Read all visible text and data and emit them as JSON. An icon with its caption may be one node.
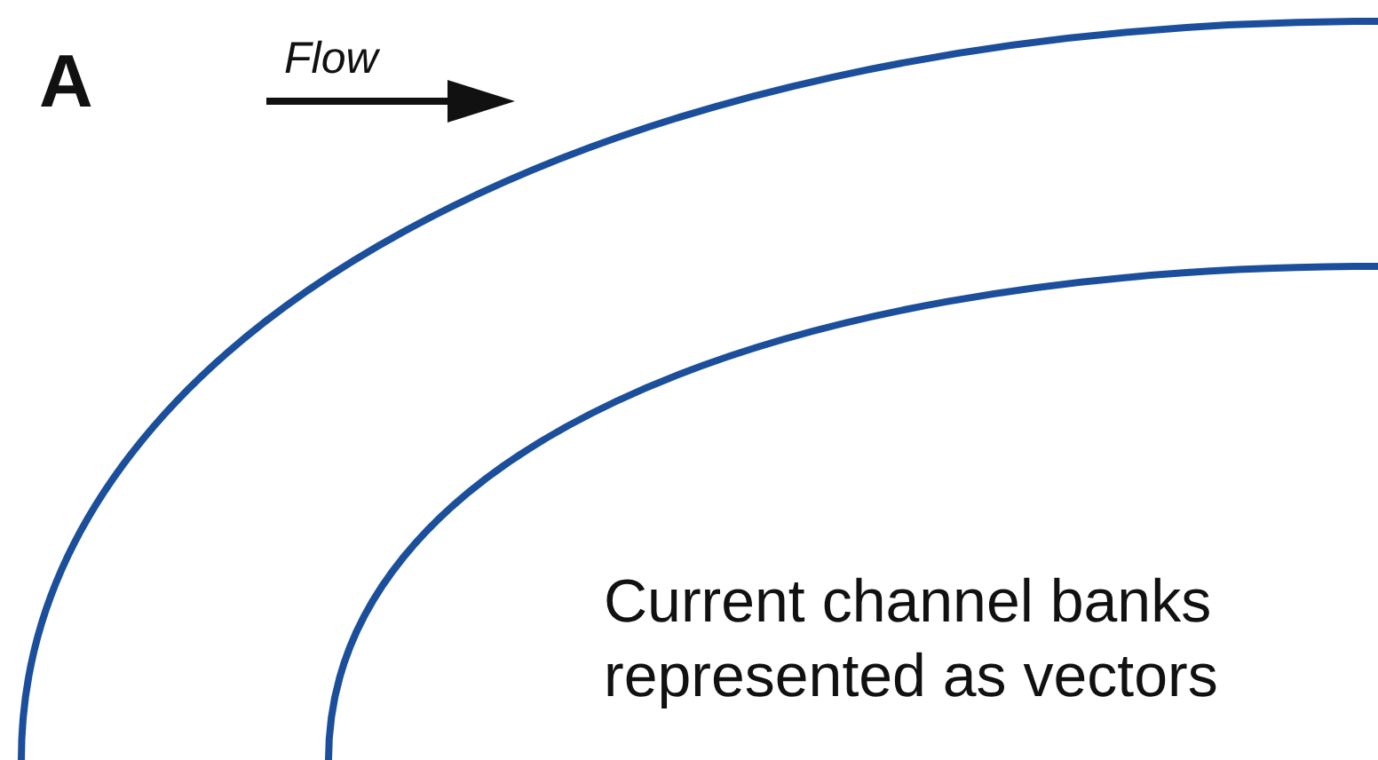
{
  "diagram": {
    "labels": [
      "A",
      "Flow",
      "Current channel banks represented as vectors"
    ]
  }
}
